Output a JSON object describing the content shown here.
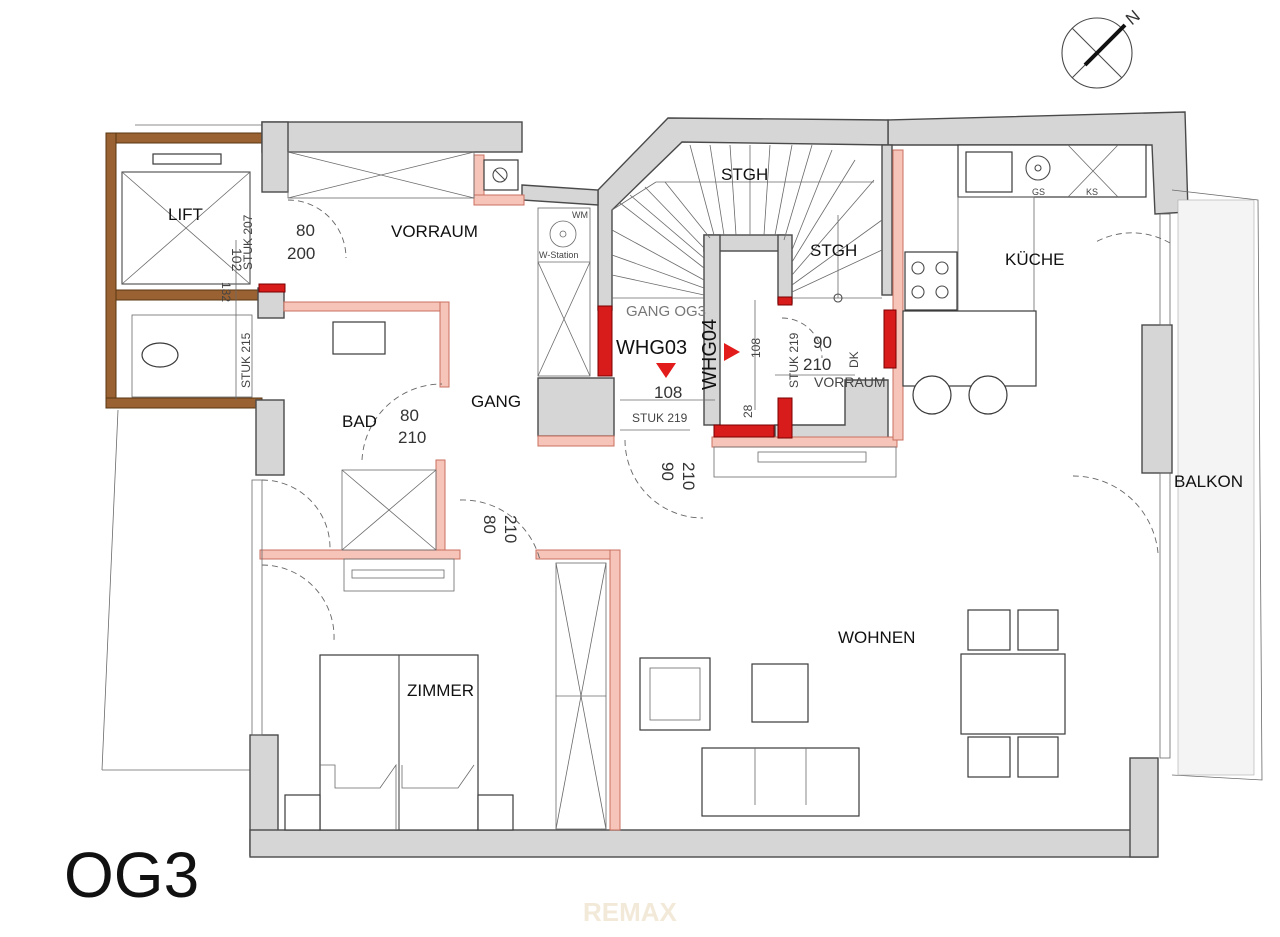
{
  "floor_label": "OG3",
  "compass_label": "N",
  "watermark": "REMAX",
  "units": {
    "whg03": "WHG03",
    "whg04": "WHG04"
  },
  "rooms": {
    "lift": "LIFT",
    "vorraum": "VORRAUM",
    "bad": "BAD",
    "gang": "GANG",
    "stgh_upper": "STGH",
    "stgh_lower": "STGH",
    "gang_og3": "GANG OG3",
    "vorraum_small": "VORRAUM",
    "kueche": "KÜCHE",
    "balkon": "BALKON",
    "wohnen": "WOHNEN",
    "zimmer": "ZIMMER"
  },
  "fixtures": {
    "wm": "WM",
    "w_station": "W-Station",
    "gs": "GS",
    "ks": "KS"
  },
  "dimensions": {
    "lift_door_w": "80",
    "lift_door_h": "200",
    "lift_102": "102",
    "lift_stuk": "STUK 207",
    "lift_132": "132",
    "wc_stuk": "STUK 215",
    "bad_door_w": "80",
    "bad_door_h": "210",
    "gang_108": "108",
    "gang_stuk": "STUK 219",
    "entry_door_w": "90",
    "entry_door_h": "210",
    "whg04_108": "108",
    "whg04_stuk": "STUK 219",
    "whg04_door_w": "90",
    "whg04_door_h": "210",
    "whg04_dk": "DK",
    "whg04_28": "28",
    "zimmer_door_w": "80",
    "zimmer_door_h": "210"
  }
}
